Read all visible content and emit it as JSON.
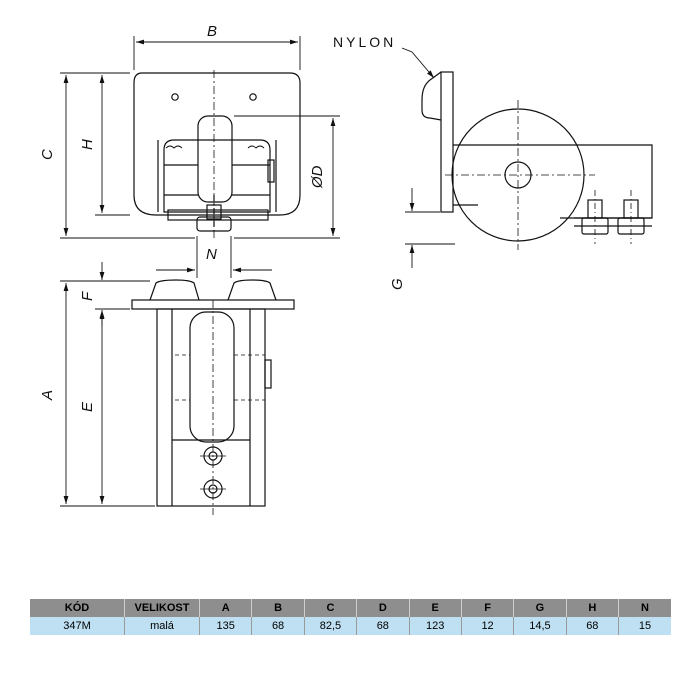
{
  "drawing": {
    "labels": {
      "B": "B",
      "C": "C",
      "H": "H",
      "D": "ØD",
      "N": "N",
      "F": "F",
      "A": "A",
      "E": "E",
      "G": "G",
      "nylon": "NYLON"
    }
  },
  "table": {
    "headers": [
      "KÓD",
      "VELIKOST",
      "A",
      "B",
      "C",
      "D",
      "E",
      "F",
      "G",
      "H",
      "N"
    ],
    "rows": [
      [
        "347M",
        "malá",
        "135",
        "68",
        "82,5",
        "68",
        "123",
        "12",
        "14,5",
        "68",
        "15"
      ]
    ]
  },
  "colors": {
    "header_bg": "#8e8e8e",
    "row_bg": "#bfe0f2"
  }
}
